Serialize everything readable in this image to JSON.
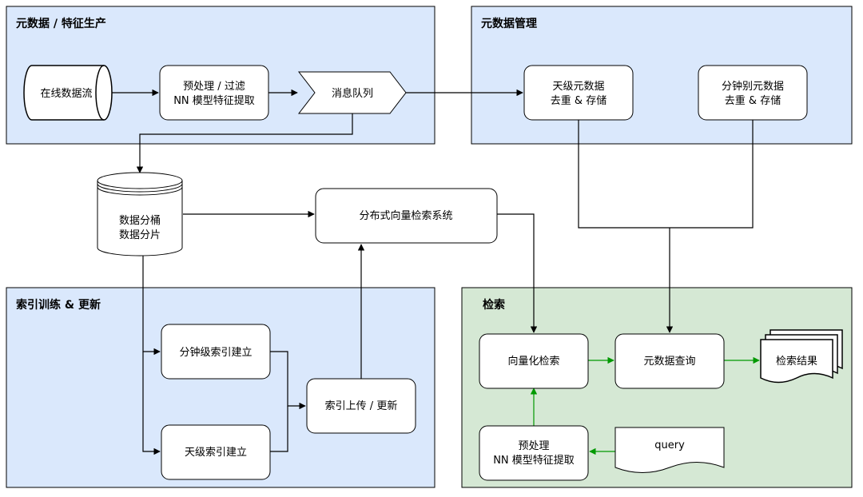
{
  "colors": {
    "panel_blue": "#dae8fc",
    "panel_green": "#d5e8d4",
    "panel_stroke": "#000000",
    "edge": "#000000",
    "edge_green": "#009900"
  },
  "panels": {
    "ingest": "元数据 / 特征生产",
    "meta_mgmt": "元数据管理",
    "index": "索引训练 & 更新",
    "search": "检索"
  },
  "nodes": {
    "online_stream": "在线数据流",
    "preprocess_top": [
      "预处理 / 过滤",
      "NN 模型特征提取"
    ],
    "message_queue": "消息队列",
    "day_meta": [
      "天级元数据",
      "去重 & 存储"
    ],
    "minute_meta": [
      "分钟别元数据",
      "去重 & 存储"
    ],
    "bucket": [
      "数据分桶",
      "数据分片"
    ],
    "vector_system": "分布式向量检索系统",
    "minute_index": "分钟级索引建立",
    "day_index": "天级索引建立",
    "index_upload": "索引上传 / 更新",
    "vector_search": "向量化检索",
    "meta_query": "元数据查询",
    "results": "检索结果",
    "preprocess_bottom": [
      "预处理",
      "NN 模型特征提取"
    ],
    "query": "query"
  }
}
